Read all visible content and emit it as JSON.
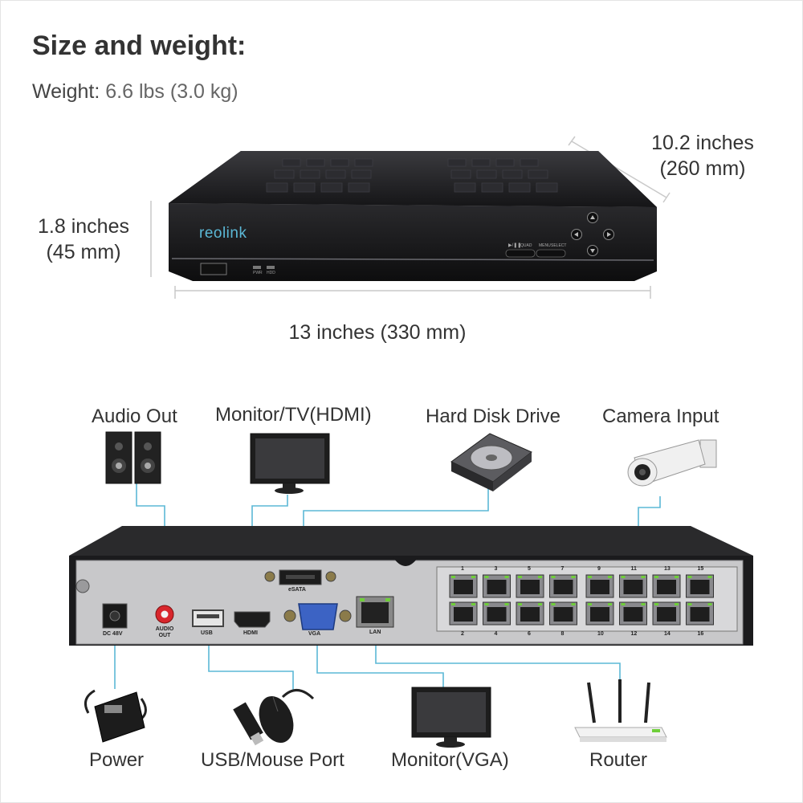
{
  "header": {
    "title": "Size and weight:",
    "weight_label": "Weight:",
    "weight_value": "6.6 lbs (3.0 kg)"
  },
  "dimensions": {
    "depth_line1": "10.2 inches",
    "depth_line2": "(260 mm)",
    "height_line1": "1.8 inches",
    "height_line2": "(45 mm)",
    "width": "13 inches (330 mm)"
  },
  "front_panel": {
    "logo": "reolink",
    "button_play": "▶/❚❚",
    "button_quad": "QUAD",
    "button_menu": "MENU",
    "button_select": "SELECT",
    "led_pwr": "PWR",
    "led_hdd": "HDD"
  },
  "rear_panel": {
    "dc_label": "DC 48V",
    "audio_label_1": "AUDIO",
    "audio_label_2": "OUT",
    "usb_label": "USB",
    "hdmi_label": "HDMI",
    "vga_label": "VGA",
    "esata_label": "eSATA",
    "lan_label": "LAN",
    "port_numbers_top": [
      "1",
      "3",
      "5",
      "7",
      "9",
      "11",
      "13",
      "15"
    ],
    "port_numbers_bottom": [
      "2",
      "4",
      "6",
      "8",
      "10",
      "12",
      "14",
      "16"
    ]
  },
  "connections": {
    "audio_out": "Audio Out",
    "monitor_hdmi": "Monitor/TV(HDMI)",
    "hard_disk": "Hard Disk Drive",
    "camera_input": "Camera Input",
    "power": "Power",
    "usb_mouse": "USB/Mouse Port",
    "monitor_vga": "Monitor(VGA)",
    "router": "Router"
  },
  "colors": {
    "device_body": "#1b1b1d",
    "connector_line": "#5bb8d6",
    "port_green": "#6fcf3a",
    "audio_red": "#d8262c",
    "vga_blue": "#3c63c4"
  }
}
